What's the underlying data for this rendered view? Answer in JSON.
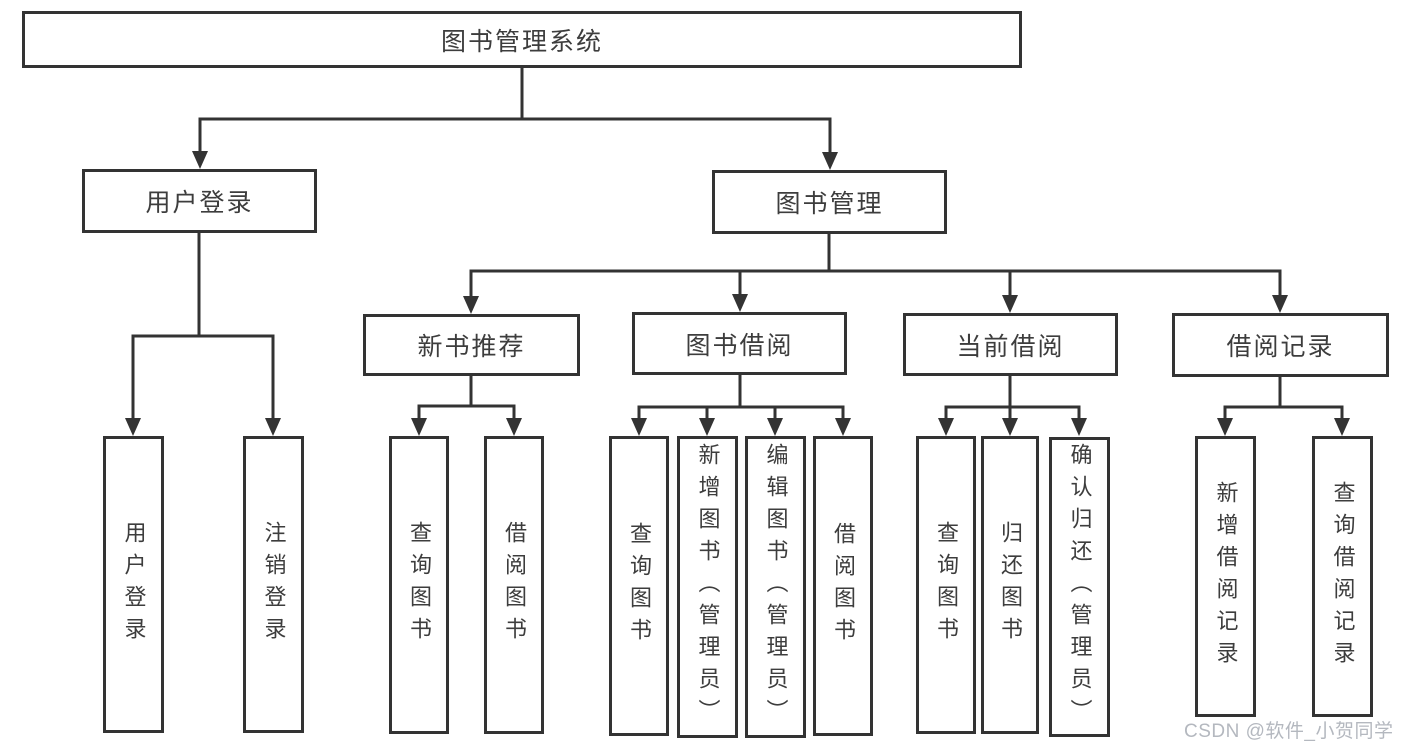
{
  "diagram": {
    "root": {
      "label": "图书管理系统"
    },
    "children": [
      {
        "label": "用户登录",
        "children": [
          {
            "label": "用户登录"
          },
          {
            "label": "注销登录"
          }
        ]
      },
      {
        "label": "图书管理",
        "children": [
          {
            "label": "新书推荐",
            "children": [
              {
                "label": "查询图书"
              },
              {
                "label": "借阅图书"
              }
            ]
          },
          {
            "label": "图书借阅",
            "children": [
              {
                "label": "查询图书"
              },
              {
                "label": "新增图书（管理员）"
              },
              {
                "label": "编辑图书（管理员）"
              },
              {
                "label": "借阅图书"
              }
            ]
          },
          {
            "label": "当前借阅",
            "children": [
              {
                "label": "查询图书"
              },
              {
                "label": "归还图书"
              },
              {
                "label": "确认归还（管理员）"
              }
            ]
          },
          {
            "label": "借阅记录",
            "children": [
              {
                "label": "新增借阅记录"
              },
              {
                "label": "查询借阅记录"
              }
            ]
          }
        ]
      }
    ]
  },
  "watermark": "CSDN @软件_小贺同学",
  "colors": {
    "line": "#333333",
    "text": "#3d3d3d",
    "watermark": "#b4b8bf",
    "background": "#ffffff"
  }
}
